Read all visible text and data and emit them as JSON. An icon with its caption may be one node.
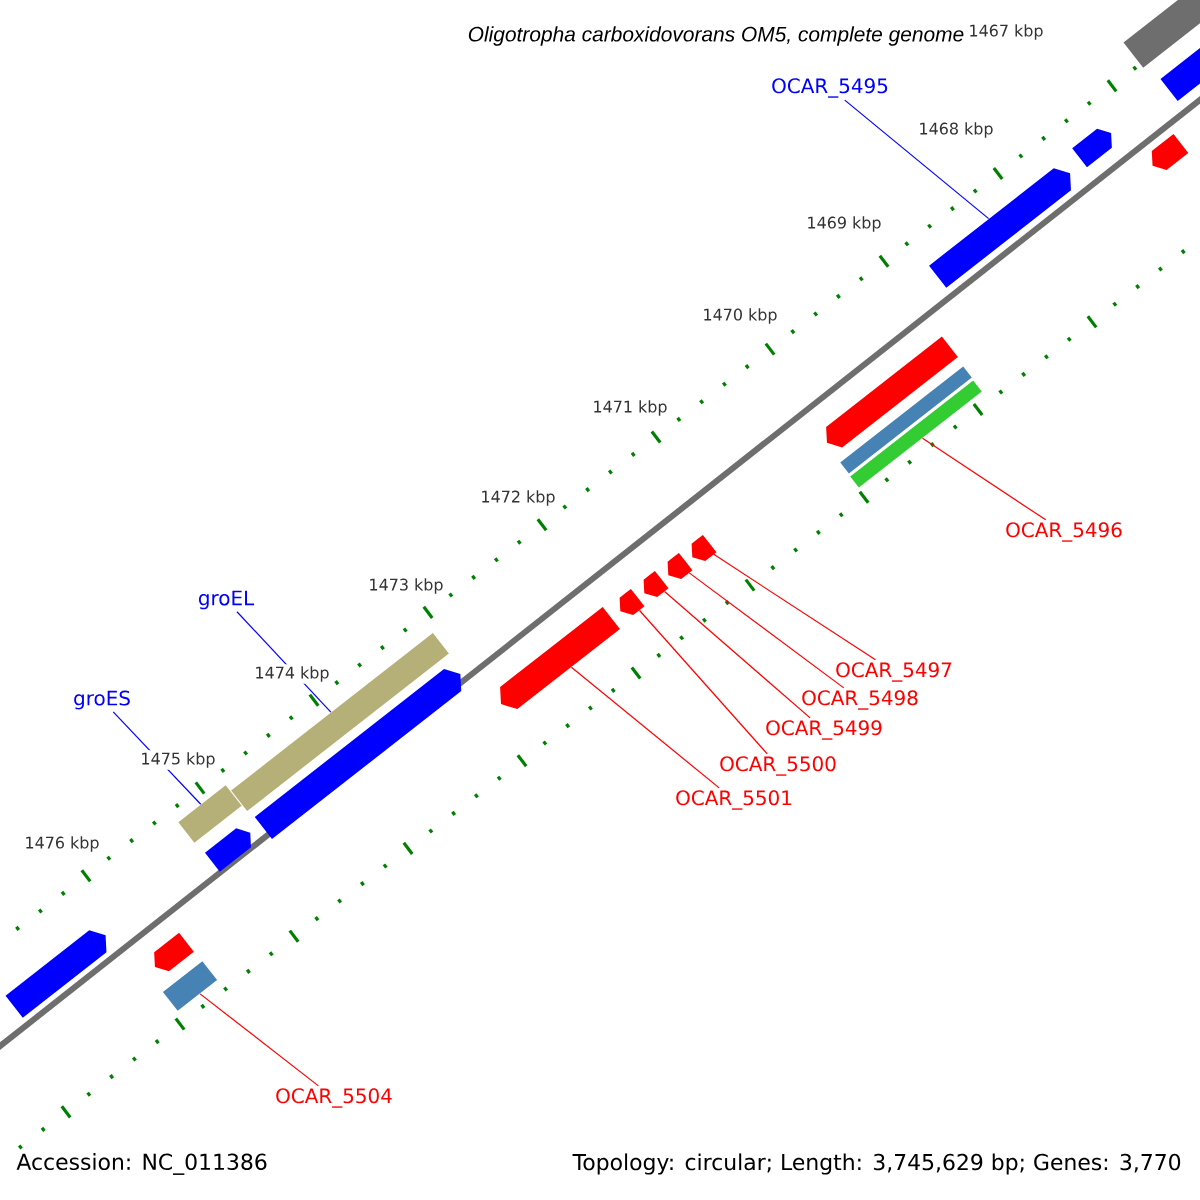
{
  "diagram": {
    "title": "Oligotropha carboxidovorans OM5, complete genome",
    "nodes": [
      {
        "text": [
          "OCAR_5495"
        ]
      },
      {
        "text": [],
        "shape": "arrow"
      },
      {
        "text": [],
        "shape": "bar"
      },
      {
        "text": [
          "OCAR_5496"
        ]
      },
      {
        "text": [],
        "shape": "arrow"
      },
      {
        "text": [],
        "shape": "arrow"
      },
      {
        "text": [],
        "shape": "arrow"
      },
      {
        "text": [],
        "shape": "arrow"
      },
      {
        "text": [],
        "shape": "arrow"
      },
      {
        "text": [
          "OCAR_5497"
        ]
      },
      {
        "text": [
          "OCAR_5498"
        ]
      },
      {
        "text": [
          "OCAR_5499"
        ]
      },
      {
        "text": [
          "OCAR_5500"
        ]
      },
      {
        "text": [
          "OCAR_5501"
        ]
      },
      {
        "text": [
          "groEL"
        ]
      },
      {
        "text": [],
        "shape": "bar"
      },
      {
        "text": [
          "groES"
        ]
      },
      {
        "text": [],
        "shape": "bar"
      },
      {
        "text": [],
        "shape": "bar"
      },
      {
        "text": [
          "OCAR_5504"
        ]
      },
      {
        "text": [],
        "shape": "bar"
      },
      {
        "text": [],
        "shape": "arrow"
      },
      {
        "text": [],
        "shape": "arrow"
      },
      {
        "text": [],
        "shape": "arrow"
      },
      {
        "text": [],
        "shape": "arrow"
      },
      {
        "text": [],
        "shape": "bar"
      },
      {
        "text": [],
        "shape": "arrow"
      },
      {
        "text": [],
        "shape": "arrow"
      },
      {
        "text": [],
        "shape": "arrow"
      },
      {
        "text": [],
        "shape": "arrow"
      }
    ],
    "edges": [
      {
        "from": 0,
        "to": 1,
        "arrow": "none",
        "color": "#0000ff"
      },
      {
        "from": 3,
        "to": 2,
        "arrow": "none"
      },
      {
        "from": 9,
        "to": 4,
        "arrow": "none"
      },
      {
        "from": 10,
        "to": 5,
        "arrow": "none"
      },
      {
        "from": 11,
        "to": 6,
        "arrow": "none"
      },
      {
        "from": 12,
        "to": 7,
        "arrow": "none"
      },
      {
        "from": 13,
        "to": 8,
        "arrow": "none"
      },
      {
        "from": 14,
        "to": 15,
        "arrow": "none",
        "color": "#0000ff"
      },
      {
        "from": 16,
        "to": 17,
        "arrow": "none",
        "color": "#0000ff"
      },
      {
        "from": 19,
        "to": 18,
        "arrow": "none"
      }
    ],
    "labels": [
      "1467 kbp",
      "1468 kbp",
      "1469 kbp",
      "1470 kbp",
      "1471 kbp",
      "1472 kbp",
      "1473 kbp",
      "1474 kbp",
      "1475 kbp",
      "1476 kbp",
      "Accession: NC_011386",
      "Topology: circular; Length: 3,745,629 bp; Genes: 3,770"
    ]
  }
}
